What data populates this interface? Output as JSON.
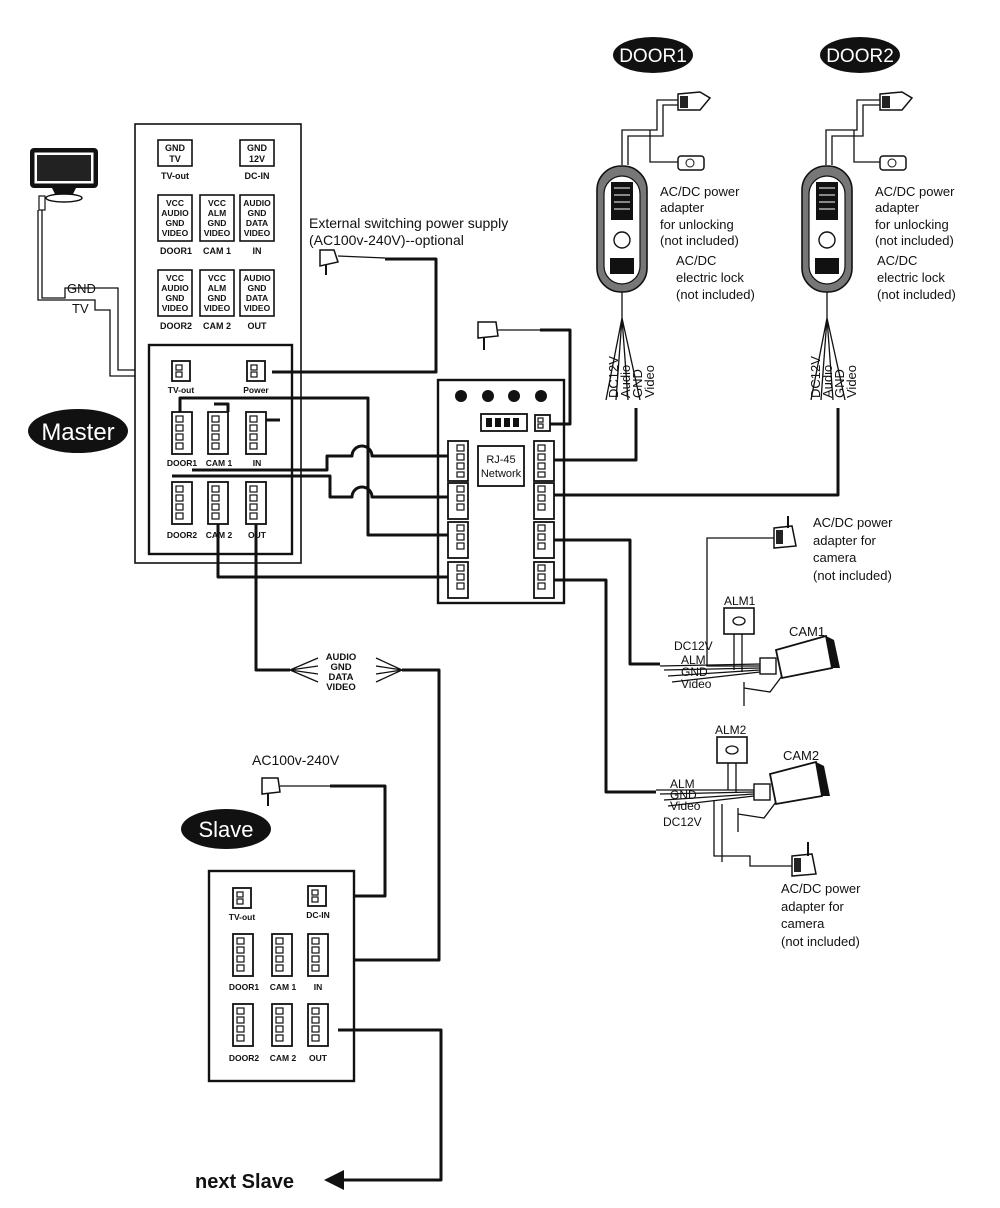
{
  "badges": {
    "door1": "DOOR1",
    "door2": "DOOR2",
    "master": "Master",
    "slave": "Slave"
  },
  "master_top": {
    "gnd_tv": [
      "GND",
      "TV"
    ],
    "tv_out": "TV-out",
    "gnd_12v": [
      "GND",
      "12V"
    ],
    "dc_in": "DC-IN",
    "door1_pins": [
      "VCC",
      "AUDIO",
      "GND",
      "VIDEO"
    ],
    "door1": "DOOR1",
    "cam1_pins": [
      "VCC",
      "ALM",
      "GND",
      "VIDEO"
    ],
    "cam1": "CAM 1",
    "in_pins": [
      "AUDIO",
      "GND",
      "DATA",
      "VIDEO"
    ],
    "in": "IN",
    "door2_pins": [
      "VCC",
      "AUDIO",
      "GND",
      "VIDEO"
    ],
    "door2": "DOOR2",
    "cam2_pins": [
      "VCC",
      "ALM",
      "GND",
      "VIDEO"
    ],
    "cam2": "CAM 2",
    "out_pins": [
      "AUDIO",
      "GND",
      "DATA",
      "VIDEO"
    ],
    "out": "OUT"
  },
  "master_ports": {
    "tv_out": "TV-out",
    "power": "Power",
    "door1": "DOOR1",
    "cam1": "CAM 1",
    "in": "IN",
    "door2": "DOOR2",
    "cam2": "CAM 2",
    "out": "OUT"
  },
  "slave_ports": {
    "tv_out": "TV-out",
    "dc_in": "DC-IN",
    "door1": "DOOR1",
    "cam1": "CAM 1",
    "in": "IN",
    "door2": "DOOR2",
    "cam2": "CAM 2",
    "out": "OUT"
  },
  "tv": {
    "gnd": "GND",
    "tv": "TV"
  },
  "psu": {
    "line1": "External switching power supply",
    "line2": "(AC100v-240V)--optional"
  },
  "hub": {
    "rj45": [
      "RJ-45",
      "Network"
    ]
  },
  "door_notes": {
    "unlock": [
      "AC/DC power",
      "adapter",
      "for unlocking",
      "(not included)"
    ],
    "lock": [
      "AC/DC",
      "electric lock",
      "(not included)"
    ],
    "wires": [
      "DC12V",
      "Audio",
      "GND",
      "Video"
    ]
  },
  "cam1": {
    "adapter": [
      "AC/DC power",
      "adapter for",
      "camera",
      "(not included)"
    ],
    "alm_box": "ALM1",
    "name": "CAM1",
    "wires": [
      "DC12V",
      "ALM",
      "GND",
      "Video"
    ]
  },
  "cam2": {
    "adapter": [
      "AC/DC power",
      "adapter for",
      "camera",
      "(not included)"
    ],
    "alm_box": "ALM2",
    "name": "CAM2",
    "wires": [
      "ALM",
      "GND",
      "Video",
      "DC12V"
    ]
  },
  "bus_labels": [
    "AUDIO",
    "GND",
    "DATA",
    "VIDEO"
  ],
  "slave_power": "AC100v-240V",
  "next_slave": "next  Slave"
}
